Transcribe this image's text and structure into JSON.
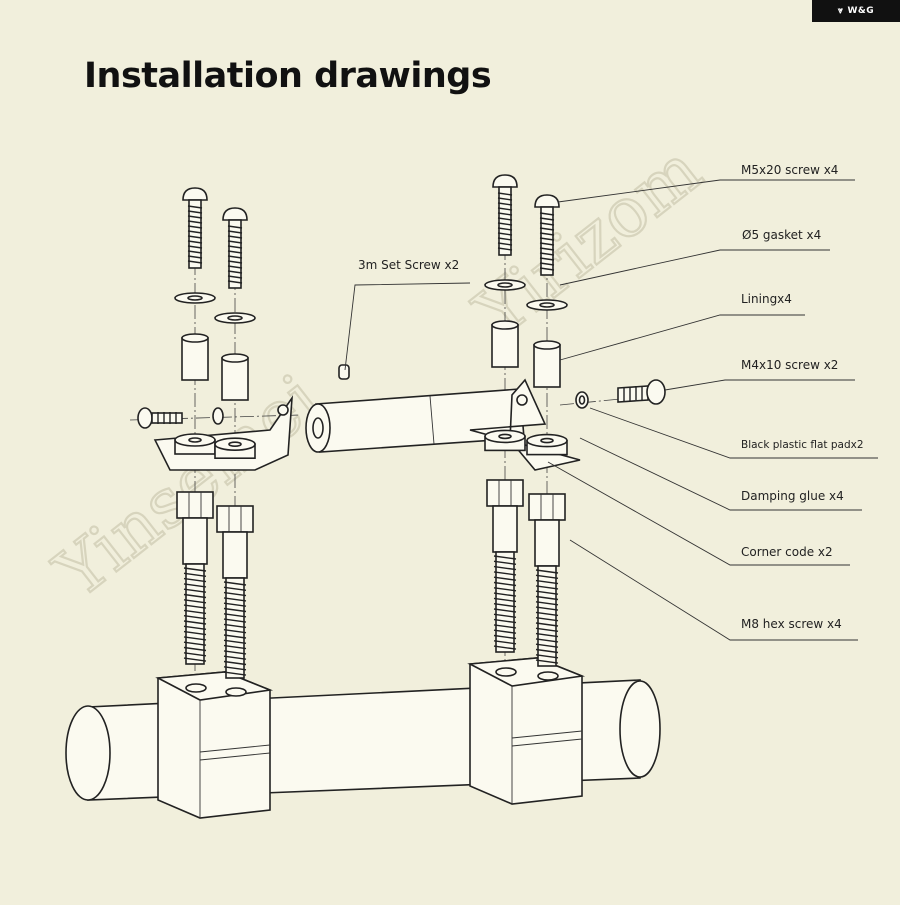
{
  "brand": {
    "badge_text": "W&G"
  },
  "title": "Installation drawings",
  "watermark": {
    "left": "Yinsemei",
    "right": "Yirizom"
  },
  "callouts": [
    {
      "id": "m5x20",
      "text": "M5x20 screw x4"
    },
    {
      "id": "gasket",
      "text": "Ø5 gasket x4"
    },
    {
      "id": "lining",
      "text": "Liningx4"
    },
    {
      "id": "setscrew",
      "text": "3m Set Screw x2"
    },
    {
      "id": "m4x10",
      "text": "M4x10 screw x2"
    },
    {
      "id": "flatpad",
      "text": "Black plastic flat padx2"
    },
    {
      "id": "glue",
      "text": "Damping glue x4"
    },
    {
      "id": "corner",
      "text": "Corner code x2"
    },
    {
      "id": "m8",
      "text": "M8 hex screw x4"
    }
  ],
  "colors": {
    "background": "#f1efdc",
    "ink": "#222222",
    "part_fill": "#fbfaf0"
  }
}
